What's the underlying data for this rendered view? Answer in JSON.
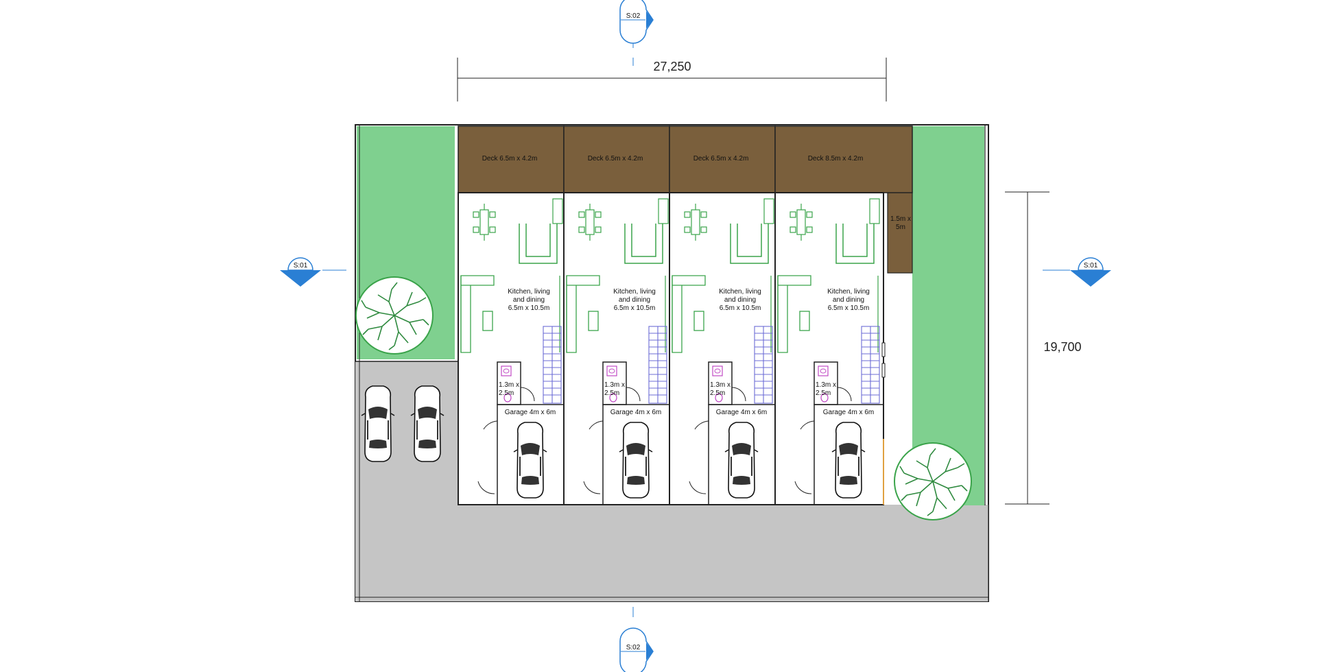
{
  "dimensions": {
    "width": "27,250",
    "height": "19,700"
  },
  "section_markers": {
    "top": "S:02",
    "bottom": "S:02",
    "left": "S:01",
    "right": "S:01"
  },
  "units": [
    {
      "deck": "Deck 6.5m x 4.2m",
      "kitchen": [
        "Kitchen, living",
        "and dining",
        "6.5m x 10.5m"
      ],
      "bath": [
        "1.3m x",
        "2.5m"
      ],
      "garage": "Garage 4m x 6m"
    },
    {
      "deck": "Deck 6.5m x 4.2m",
      "kitchen": [
        "Kitchen, living",
        "and dining",
        "6.5m x 10.5m"
      ],
      "bath": [
        "1.3m x",
        "2.5m"
      ],
      "garage": "Garage 4m x 6m"
    },
    {
      "deck": "Deck 6.5m x 4.2m",
      "kitchen": [
        "Kitchen, living",
        "and dining",
        "6.5m x 10.5m"
      ],
      "bath": [
        "1.3m x",
        "2.5m"
      ],
      "garage": "Garage 4m x 6m"
    },
    {
      "deck": "Deck 8.5m x 4.2m",
      "kitchen": [
        "Kitchen, living",
        "and dining",
        "6.5m x 10.5m"
      ],
      "bath": [
        "1.3m x",
        "2.5m"
      ],
      "garage": "Garage 4m x 6m"
    }
  ],
  "side_deck": [
    "1.5m x",
    "5m"
  ],
  "colors": {
    "lawn": "#7fd08f",
    "deck": "#7a5f3c",
    "paving": "#c5c5c5",
    "wall": "#222222",
    "furniture": "#3aa34a",
    "stair": "#6b6bd6",
    "fixture": "#c04ac4",
    "marker": "#2a7fd4"
  }
}
